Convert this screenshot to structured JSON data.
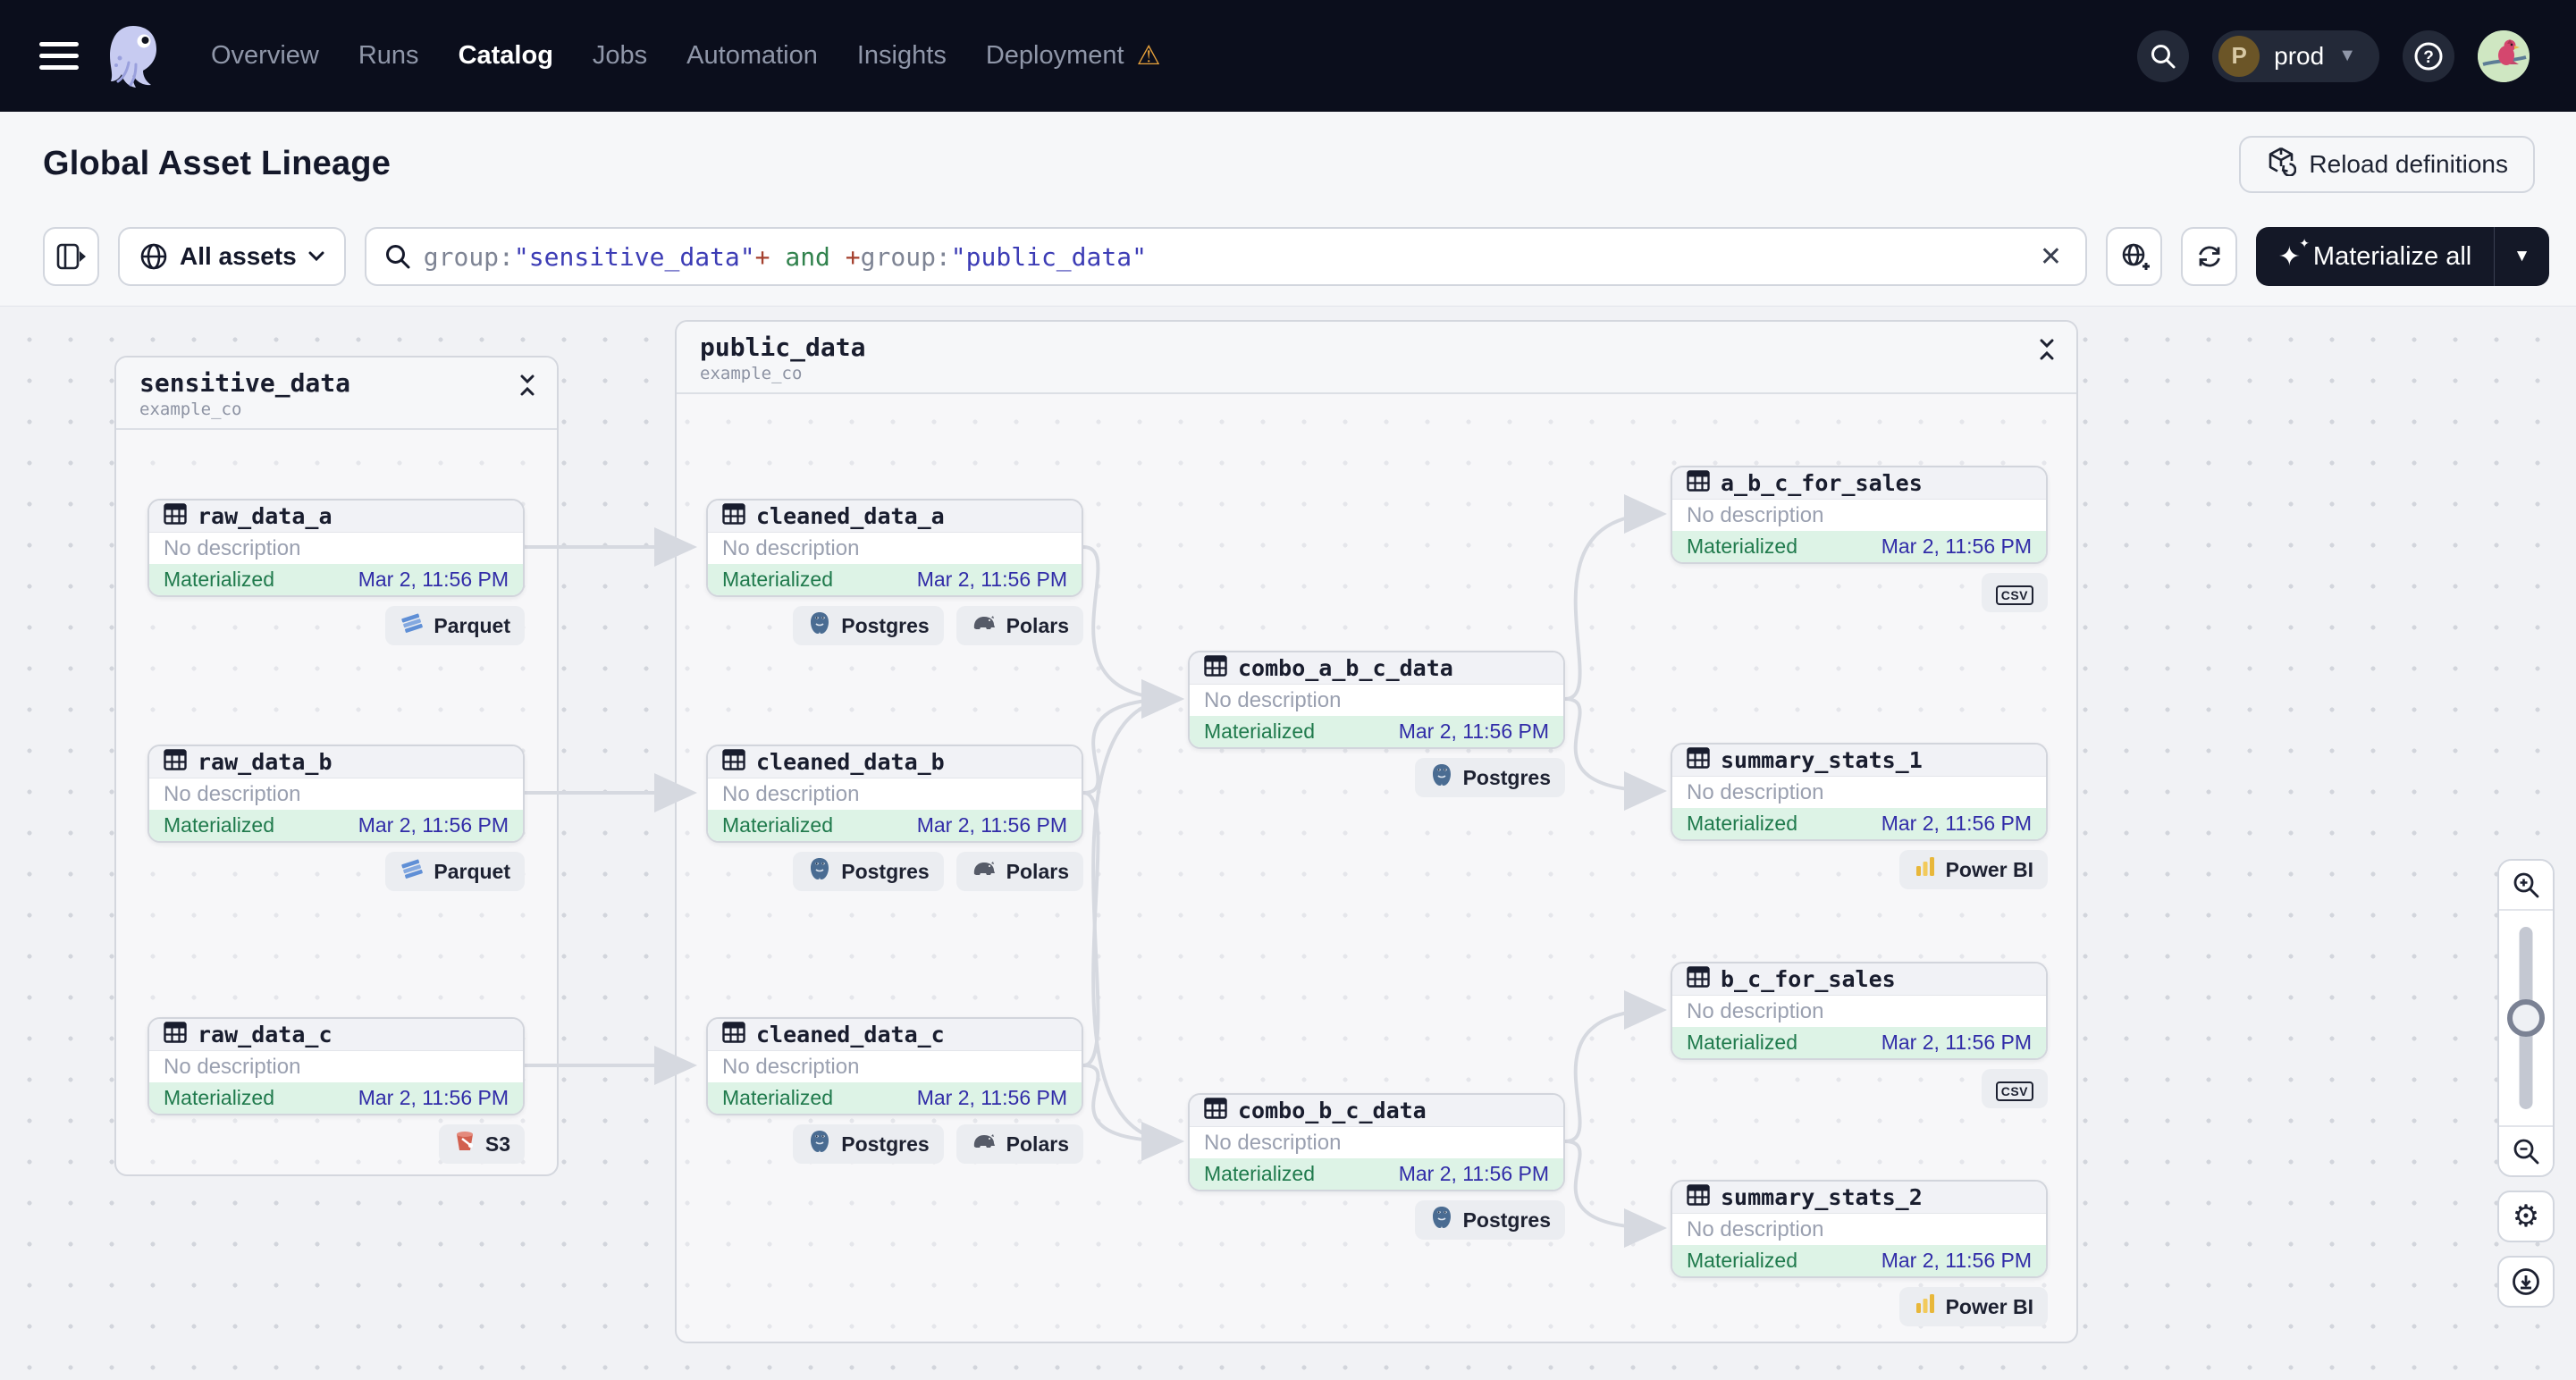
{
  "nav": {
    "items": [
      {
        "label": "Overview",
        "active": false,
        "warning": false
      },
      {
        "label": "Runs",
        "active": false,
        "warning": false
      },
      {
        "label": "Catalog",
        "active": true,
        "warning": false
      },
      {
        "label": "Jobs",
        "active": false,
        "warning": false
      },
      {
        "label": "Automation",
        "active": false,
        "warning": false
      },
      {
        "label": "Insights",
        "active": false,
        "warning": false
      },
      {
        "label": "Deployment",
        "active": false,
        "warning": true
      }
    ],
    "env_initial": "P",
    "env_name": "prod"
  },
  "header": {
    "title": "Global Asset Lineage",
    "reload_label": "Reload definitions"
  },
  "toolbar": {
    "filter_label": "All assets",
    "query_segments": [
      {
        "text": "group:",
        "color": "#7e8494"
      },
      {
        "text": "\"sensitive_data\"",
        "color": "#3c3cb5"
      },
      {
        "text": "+",
        "color": "#a4402e"
      },
      {
        "text": " and ",
        "color": "#31824d"
      },
      {
        "text": "+",
        "color": "#a4402e"
      },
      {
        "text": "group:",
        "color": "#7e8494"
      },
      {
        "text": "\"public_data\"",
        "color": "#3c3cb5"
      }
    ],
    "materialize_label": "Materialize all"
  },
  "graph": {
    "groups": [
      {
        "id": "sensitive_data",
        "name": "sensitive_data",
        "subtitle": "example_co"
      },
      {
        "id": "public_data",
        "name": "public_data",
        "subtitle": "example_co"
      }
    ],
    "nodes": [
      {
        "id": "raw_data_a",
        "title": "raw_data_a",
        "description": "No description",
        "status": "Materialized",
        "timestamp": "Mar 2, 11:56 PM",
        "badges": [
          {
            "icon": "parquet-icon",
            "label": "Parquet"
          }
        ]
      },
      {
        "id": "raw_data_b",
        "title": "raw_data_b",
        "description": "No description",
        "status": "Materialized",
        "timestamp": "Mar 2, 11:56 PM",
        "badges": [
          {
            "icon": "parquet-icon",
            "label": "Parquet"
          }
        ]
      },
      {
        "id": "raw_data_c",
        "title": "raw_data_c",
        "description": "No description",
        "status": "Materialized",
        "timestamp": "Mar 2, 11:56 PM",
        "badges": [
          {
            "icon": "s3-icon",
            "label": "S3"
          }
        ]
      },
      {
        "id": "cleaned_data_a",
        "title": "cleaned_data_a",
        "description": "No description",
        "status": "Materialized",
        "timestamp": "Mar 2, 11:56 PM",
        "badges": [
          {
            "icon": "postgres-icon",
            "label": "Postgres"
          },
          {
            "icon": "polars-icon",
            "label": "Polars"
          }
        ]
      },
      {
        "id": "cleaned_data_b",
        "title": "cleaned_data_b",
        "description": "No description",
        "status": "Materialized",
        "timestamp": "Mar 2, 11:56 PM",
        "badges": [
          {
            "icon": "postgres-icon",
            "label": "Postgres"
          },
          {
            "icon": "polars-icon",
            "label": "Polars"
          }
        ]
      },
      {
        "id": "cleaned_data_c",
        "title": "cleaned_data_c",
        "description": "No description",
        "status": "Materialized",
        "timestamp": "Mar 2, 11:56 PM",
        "badges": [
          {
            "icon": "postgres-icon",
            "label": "Postgres"
          },
          {
            "icon": "polars-icon",
            "label": "Polars"
          }
        ]
      },
      {
        "id": "combo_a_b_c_data",
        "title": "combo_a_b_c_data",
        "description": "No description",
        "status": "Materialized",
        "timestamp": "Mar 2, 11:56 PM",
        "badges": [
          {
            "icon": "postgres-icon",
            "label": "Postgres"
          }
        ]
      },
      {
        "id": "combo_b_c_data",
        "title": "combo_b_c_data",
        "description": "No description",
        "status": "Materialized",
        "timestamp": "Mar 2, 11:56 PM",
        "badges": [
          {
            "icon": "postgres-icon",
            "label": "Postgres"
          }
        ]
      },
      {
        "id": "a_b_c_for_sales",
        "title": "a_b_c_for_sales",
        "description": "No description",
        "status": "Materialized",
        "timestamp": "Mar 2, 11:56 PM",
        "badges": [
          {
            "icon": "csv-icon",
            "label": ""
          }
        ]
      },
      {
        "id": "summary_stats_1",
        "title": "summary_stats_1",
        "description": "No description",
        "status": "Materialized",
        "timestamp": "Mar 2, 11:56 PM",
        "badges": [
          {
            "icon": "powerbi-icon",
            "label": "Power BI"
          }
        ]
      },
      {
        "id": "b_c_for_sales",
        "title": "b_c_for_sales",
        "description": "No description",
        "status": "Materialized",
        "timestamp": "Mar 2, 11:56 PM",
        "badges": [
          {
            "icon": "csv-icon",
            "label": ""
          }
        ]
      },
      {
        "id": "summary_stats_2",
        "title": "summary_stats_2",
        "description": "No description",
        "status": "Materialized",
        "timestamp": "Mar 2, 11:56 PM",
        "badges": [
          {
            "icon": "powerbi-icon",
            "label": "Power BI"
          }
        ]
      }
    ]
  },
  "colors": {
    "nav_bg": "#0b0e1c",
    "accent_indigo": "#312ca8",
    "status_green": "#1f7a4c",
    "status_green_bg": "#ddf3e6",
    "warning_orange": "#e9a23b",
    "edge_gray": "#d6d9e0"
  }
}
